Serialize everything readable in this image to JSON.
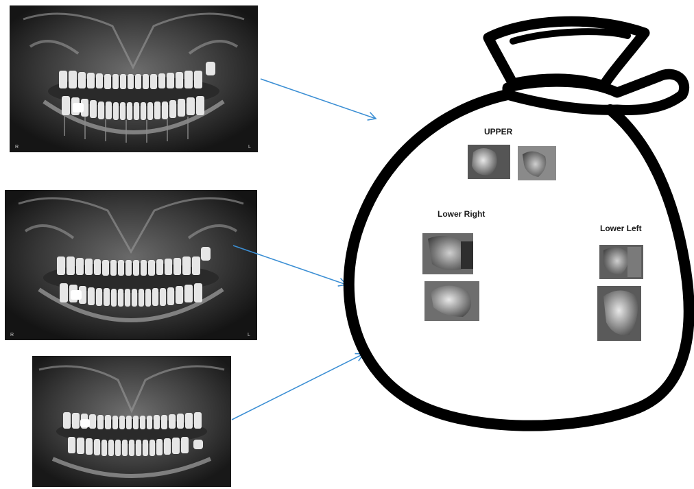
{
  "diagram": {
    "panoramic_xrays": [
      {
        "side_left": "R",
        "side_right": "L"
      },
      {
        "side_left": "R",
        "side_right": "L"
      },
      {
        "side_left": "",
        "side_right": ""
      }
    ],
    "bag": {
      "groups": [
        {
          "label": "UPPER",
          "patches": 2
        },
        {
          "label": "Lower Right",
          "patches": 2
        },
        {
          "label": "Lower Left",
          "patches": 2
        }
      ]
    },
    "colors": {
      "arrow": "#3c8fd4",
      "bag_outline": "#000000",
      "xray_background": "#1b1b1b",
      "tooth": "#e4e4e4"
    }
  }
}
